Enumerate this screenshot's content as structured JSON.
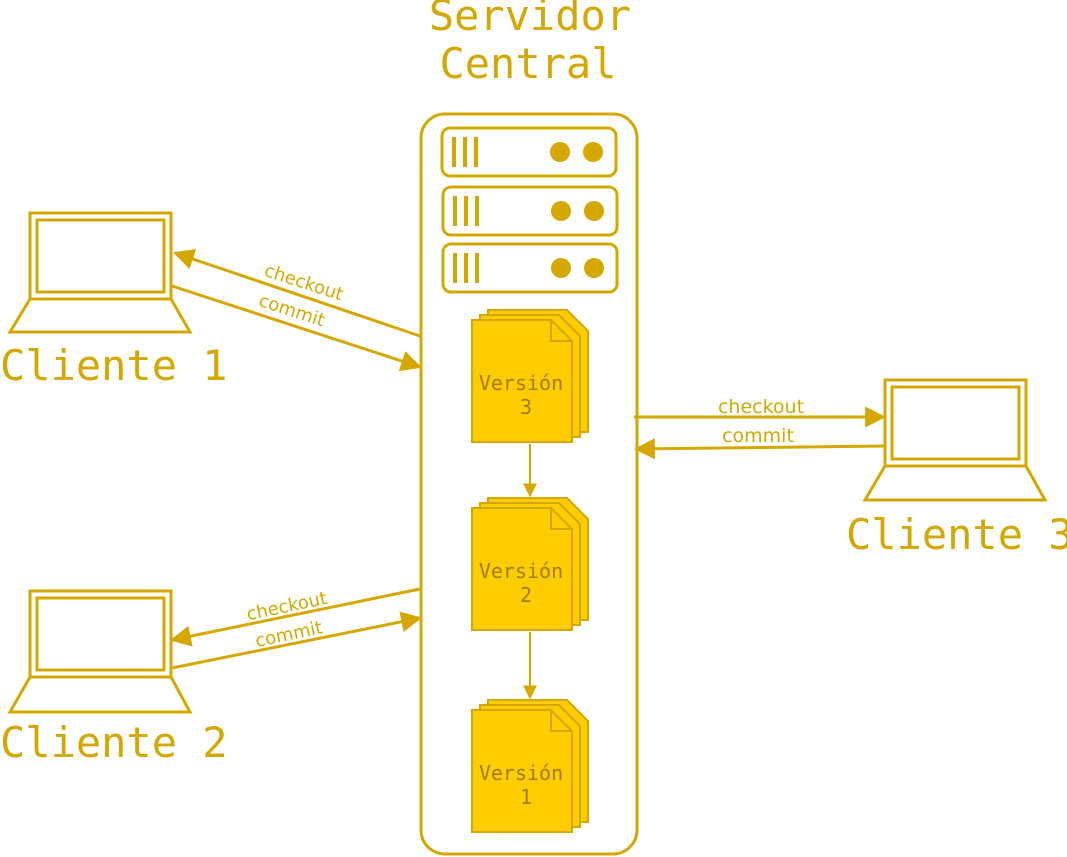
{
  "colors": {
    "stroke": "#d4a800",
    "fill": "#ffcc00",
    "text": "#d4a800",
    "doc_text": "#a07e00"
  },
  "server": {
    "title_line1": "Servidor",
    "title_line2": "Central",
    "icon": "server-rack-icon"
  },
  "versions": [
    {
      "label": "Versión",
      "number": "3"
    },
    {
      "label": "Versión",
      "number": "2"
    },
    {
      "label": "Versión",
      "number": "1"
    }
  ],
  "clients": [
    {
      "name": "Cliente 1",
      "checkout": "checkout",
      "commit": "commit",
      "icon": "laptop-icon"
    },
    {
      "name": "Cliente 2",
      "checkout": "checkout",
      "commit": "commit",
      "icon": "laptop-icon"
    },
    {
      "name": "Cliente 3",
      "checkout": "checkout",
      "commit": "commit",
      "icon": "laptop-icon"
    }
  ]
}
